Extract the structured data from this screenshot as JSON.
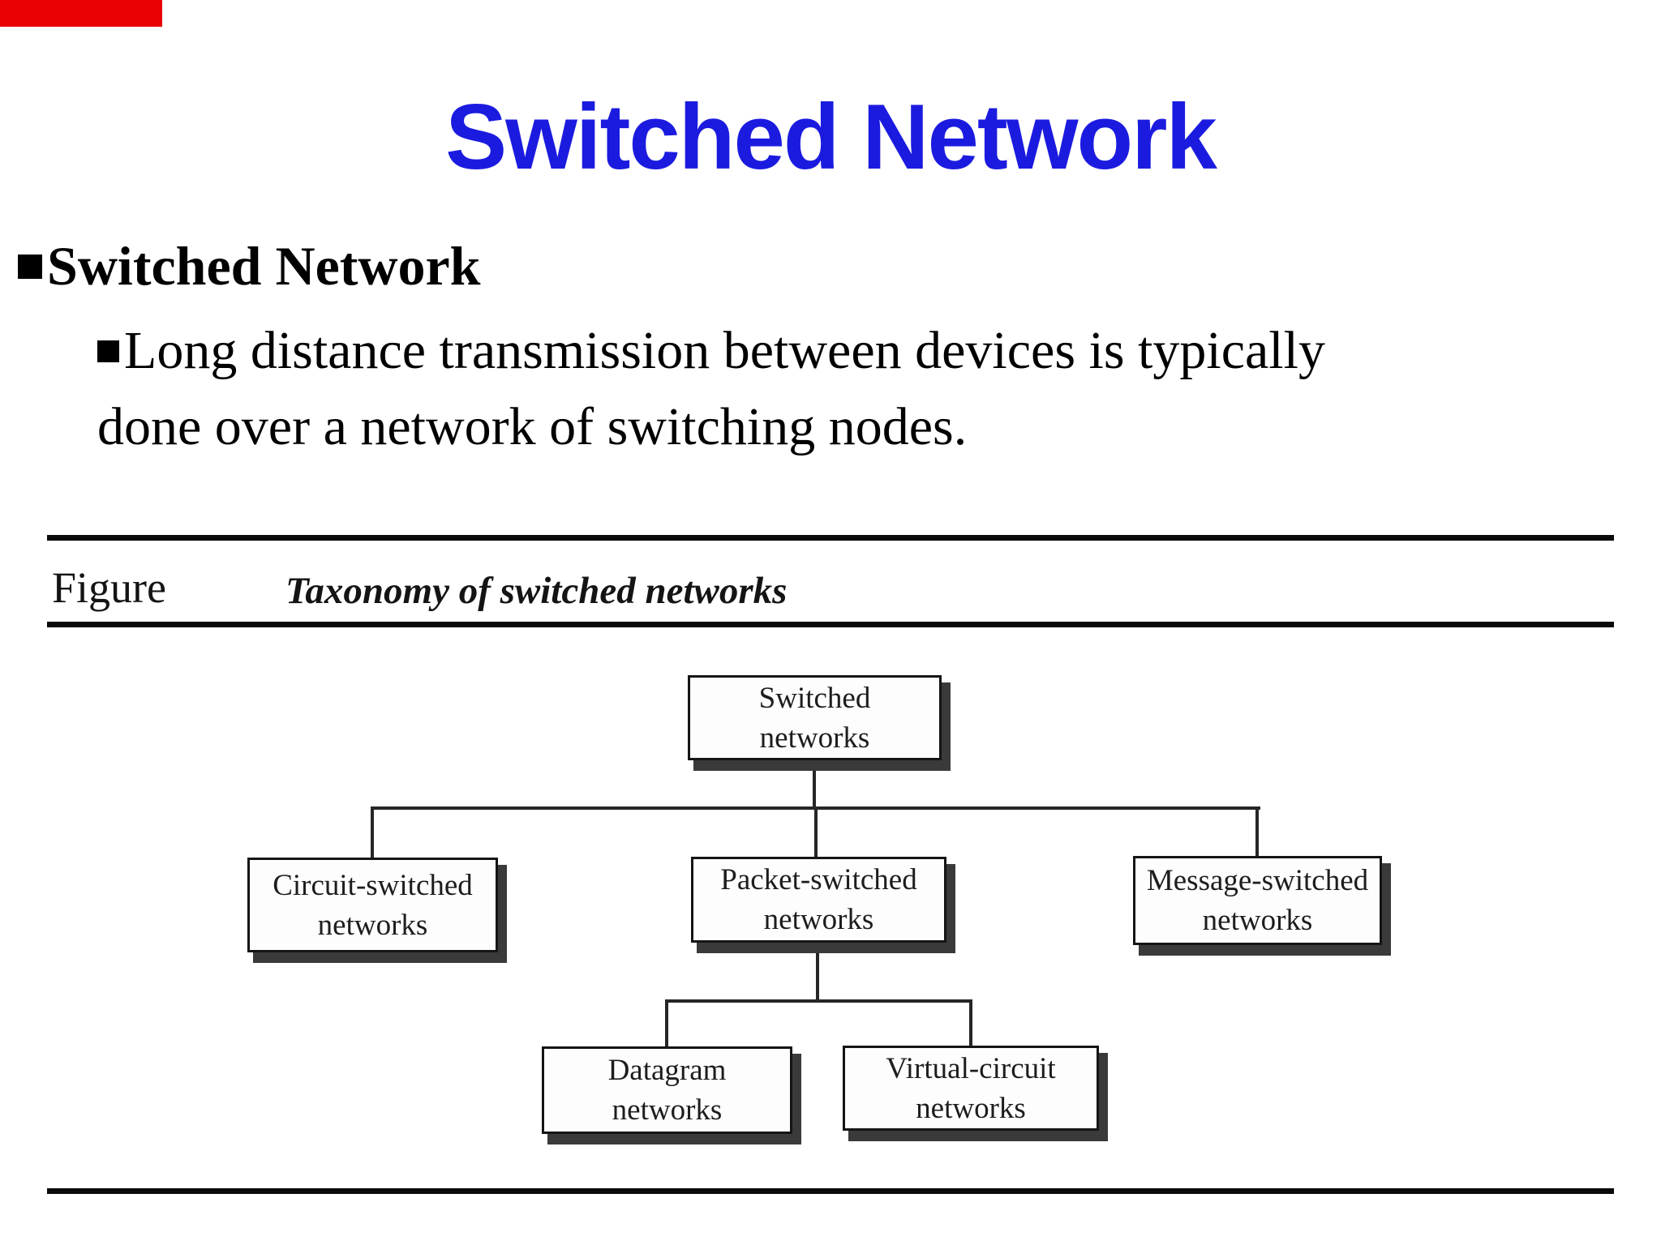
{
  "slide": {
    "title": "Switched Network",
    "title_color": "#1b1be0",
    "corner_mark_color": "#e90000"
  },
  "body": {
    "heading": "Switched Network",
    "point_line1": "Long distance transmission between devices is typically",
    "point_line2": "done over a network of switching nodes."
  },
  "icons": {
    "heading_bullet": "square-bullet",
    "body_bullet": "square-bullet"
  },
  "figure": {
    "label": "Figure",
    "caption": "Taxonomy of switched networks",
    "line_color": "#262626",
    "nodes": [
      {
        "line1": "Switched",
        "line2": "networks"
      },
      {
        "line1": "Circuit-switched",
        "line2": "networks"
      },
      {
        "line1": "Packet-switched",
        "line2": "networks"
      },
      {
        "line1": "Message-switched",
        "line2": "networks"
      },
      {
        "line1": "Datagram",
        "line2": "networks"
      },
      {
        "line1": "Virtual-circuit",
        "line2": "networks"
      }
    ]
  }
}
